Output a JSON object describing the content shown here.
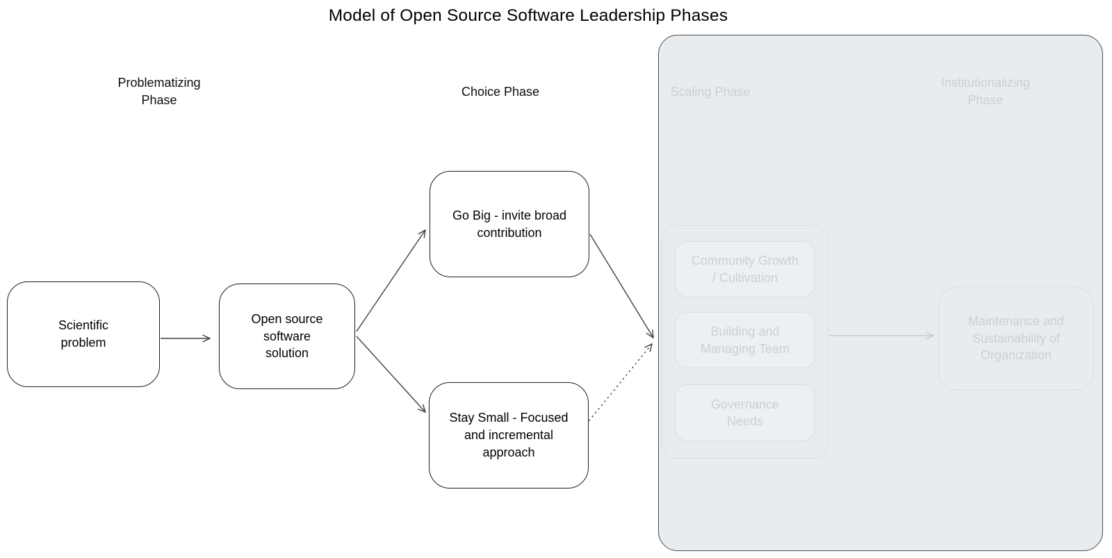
{
  "title": "Model of Open Source Software Leadership Phases",
  "phase_labels": {
    "problematizing": "Problematizing\nPhase",
    "choice": "Choice Phase",
    "scaling": "Scaling Phase",
    "institutionalizing": "Institutionalizing\nPhase"
  },
  "nodes": {
    "scientific_problem": "Scientific\nproblem",
    "oss_solution": "Open source\nsoftware\nsolution",
    "go_big": "Go Big - invite broad\ncontribution",
    "stay_small": "Stay Small - Focused\nand incremental\napproach",
    "community_growth": "Community Growth\n/ Cultivation",
    "building_team": "Building and\nManaging Team",
    "governance_needs": "Governance\nNeeds",
    "maintenance": "Maintenance and\nSustainability of\nOrganization"
  },
  "edges": [
    {
      "from": "scientific_problem",
      "to": "oss_solution",
      "style": "solid"
    },
    {
      "from": "oss_solution",
      "to": "go_big",
      "style": "solid"
    },
    {
      "from": "oss_solution",
      "to": "stay_small",
      "style": "solid"
    },
    {
      "from": "go_big",
      "to": "scaling-phase-panel",
      "style": "solid"
    },
    {
      "from": "stay_small",
      "to": "scaling-phase-panel",
      "style": "dotted"
    },
    {
      "from": "scaling-team-group",
      "to": "maintenance",
      "style": "solid-muted"
    }
  ],
  "colors": {
    "background": "#ffffff",
    "panel_fill": "#e8ecef",
    "panel_border": "#4c4c4c",
    "node_border": "#1d1d1d",
    "muted_border": "#d9dee1",
    "muted_text": "#c9d0d5",
    "arrow": "#3f3f3f",
    "arrow_muted": "#c3cacf",
    "text": "#000000"
  }
}
